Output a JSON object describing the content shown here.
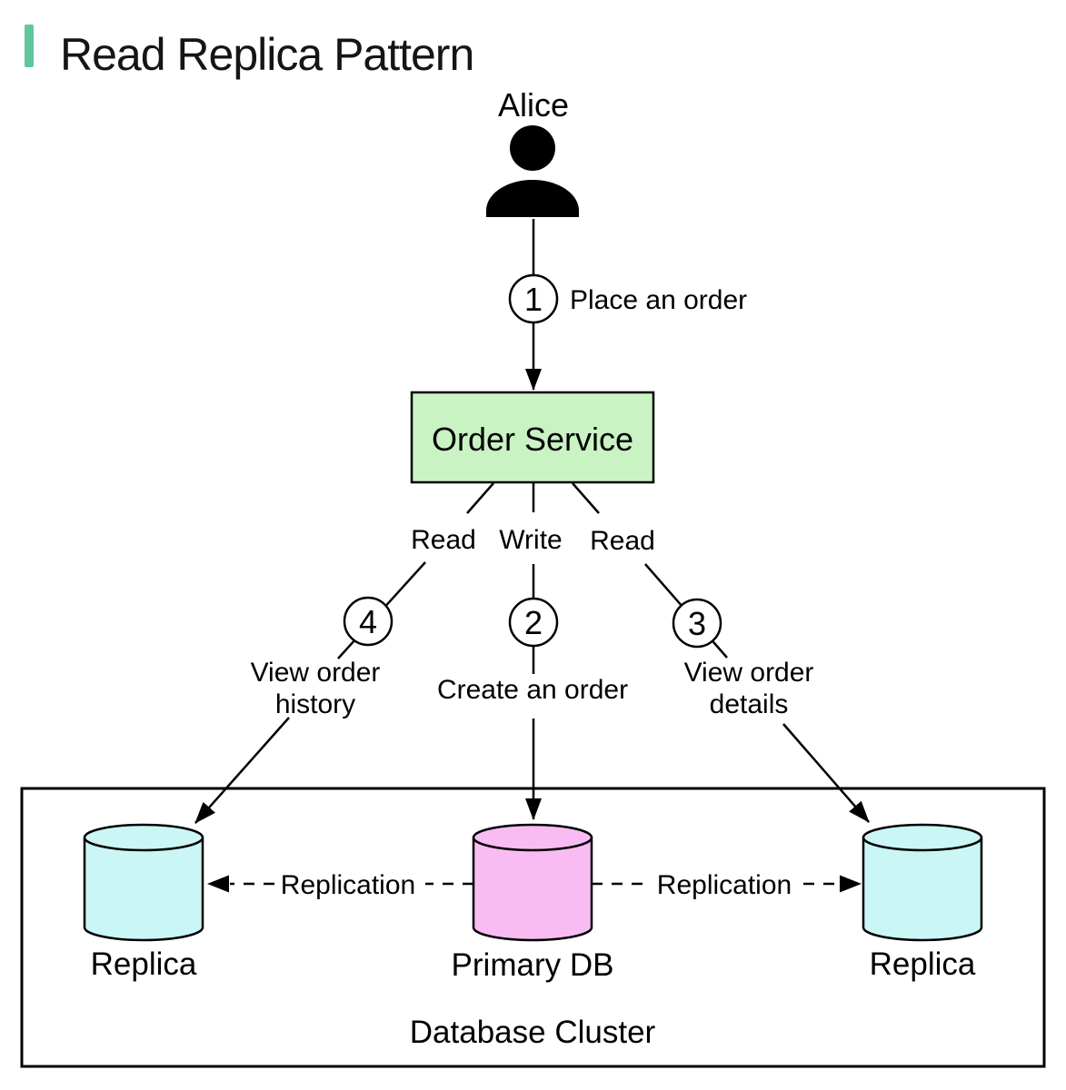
{
  "title": "Read Replica Pattern",
  "colors": {
    "accent": "#5fc79a",
    "service_fill": "#c9f3c3",
    "replica_fill": "#caf6f5",
    "primary_fill": "#f8bcf2",
    "line": "#000000"
  },
  "actor": {
    "name": "Alice"
  },
  "service": {
    "label": "Order Service"
  },
  "operations": {
    "left": "Read",
    "center": "Write",
    "right": "Read"
  },
  "steps": {
    "step1": {
      "number": "1",
      "label": "Place an order"
    },
    "step2": {
      "number": "2",
      "label": "Create an order"
    },
    "step3": {
      "number": "3",
      "label_line1": "View order",
      "label_line2": "details"
    },
    "step4": {
      "number": "4",
      "label_line1": "View order",
      "label_line2": "history"
    }
  },
  "replication": {
    "left": "Replication",
    "right": "Replication"
  },
  "cluster": {
    "label": "Database Cluster",
    "left_replica": "Replica",
    "primary": "Primary DB",
    "right_replica": "Replica"
  }
}
